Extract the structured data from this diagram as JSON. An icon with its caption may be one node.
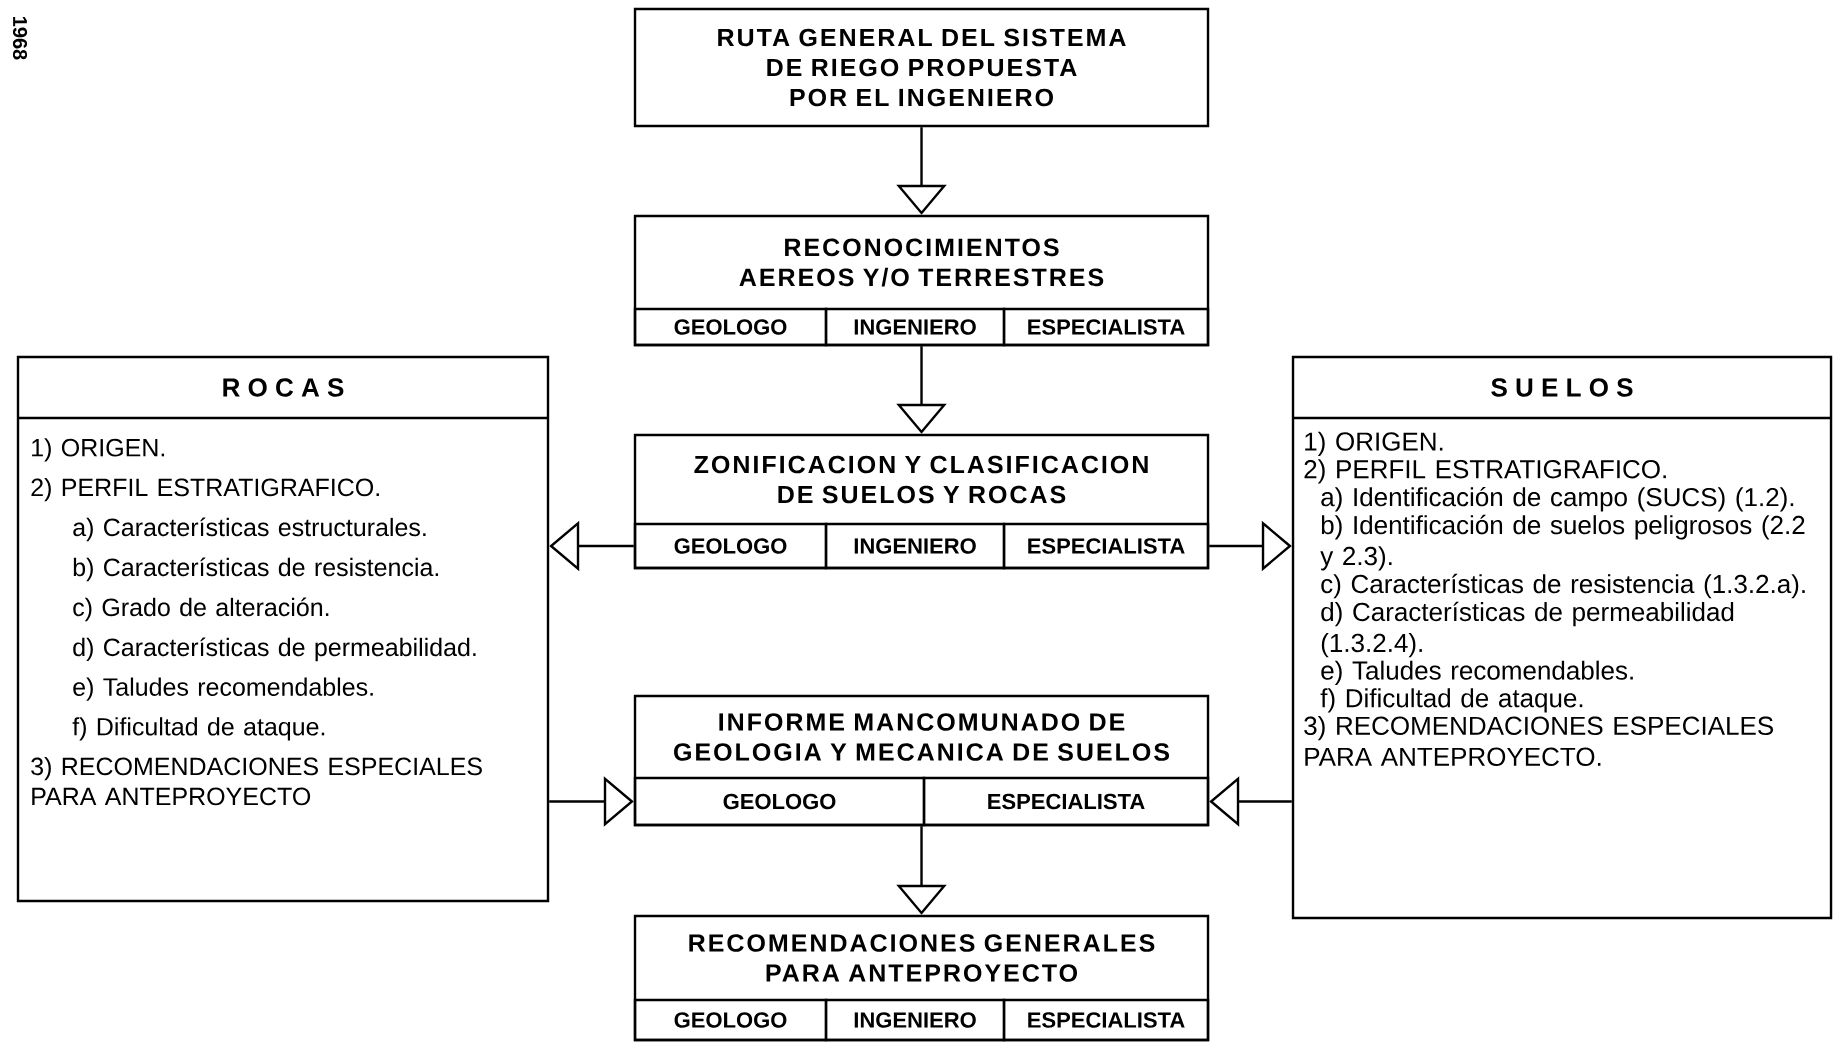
{
  "diagram": {
    "nodes": [
      {
        "text": [
          "RUTA GENERAL DEL SISTEMA DE RIEGO PROPUESTA POR EL INGENIERO"
        ]
      },
      {
        "text": [
          "RECONOCIMIENTOS AEREOS Y/O TERRESTRES"
        ]
      },
      {
        "text": [
          "GEOLOGO"
        ],
        "in": 1
      },
      {
        "text": [
          "INGENIERO"
        ],
        "in": 1
      },
      {
        "text": [
          "ESPECIALISTA"
        ],
        "in": 1
      },
      {
        "text": [
          "ZONIFICACION Y CLASIFICACION DE SUELOS Y ROCAS"
        ]
      },
      {
        "text": [
          "GEOLOGO"
        ],
        "in": 5
      },
      {
        "text": [
          "INGENIERO"
        ],
        "in": 5
      },
      {
        "text": [
          "ESPECIALISTA"
        ],
        "in": 5
      },
      {
        "text": [
          "R O C A S",
          "1) ORIGEN.",
          "2) PERFIL ESTRATIGRAFICO.",
          "a) Características estructurales.",
          "b) Características de resistencia.",
          "c) Grado de alteración.",
          "d) Características de permeabilidad.",
          "e) Taludes recomendables.",
          "f) Dificultad de ataque.",
          "3) RECOMENDACIONES ESPECIALES PARA ANTEPROYECTO"
        ]
      },
      {
        "text": [
          "S U E L O S",
          "1) ORIGEN.",
          "2) PERFIL ESTRATIGRAFICO.",
          "a) Identificación de campo (SUCS) (1.2).",
          "b) Identificación de suelos peligrosos (2.2 y 2.3).",
          "c) Características de resistencia (1.3.2.a).",
          "d) Características de permeabilidad (1.3.2.4).",
          "e) Taludes recomendables.",
          "f) Dificultad de ataque.",
          "3) RECOMENDACIONES ESPECIALES PARA ANTEPROYECTO."
        ]
      },
      {
        "text": [
          "INFORME MANCOMUNADO DE GEOLOGIA Y MECANICA DE SUELOS"
        ]
      },
      {
        "text": [
          "GEOLOGO"
        ],
        "in": 11
      },
      {
        "text": [
          "ESPECIALISTA"
        ],
        "in": 11
      },
      {
        "text": [
          "RECOMENDACIONES GENERALES PARA ANTEPROYECTO"
        ]
      },
      {
        "text": [
          "GEOLOGO"
        ],
        "in": 14
      },
      {
        "text": [
          "INGENIERO"
        ],
        "in": 14
      },
      {
        "text": [
          "ESPECIALISTA"
        ],
        "in": 14
      }
    ],
    "edges": [
      {
        "from": 0,
        "to": 1,
        "arrow": "to"
      },
      {
        "from": 1,
        "to": 5,
        "arrow": "to"
      },
      {
        "from": 5,
        "to": 9,
        "arrow": "to"
      },
      {
        "from": 5,
        "to": 10,
        "arrow": "to"
      },
      {
        "from": 9,
        "to": 11,
        "arrow": "to"
      },
      {
        "from": 10,
        "to": 11,
        "arrow": "to"
      },
      {
        "from": 11,
        "to": 14,
        "arrow": "to"
      }
    ],
    "labels": [
      "1968"
    ]
  }
}
